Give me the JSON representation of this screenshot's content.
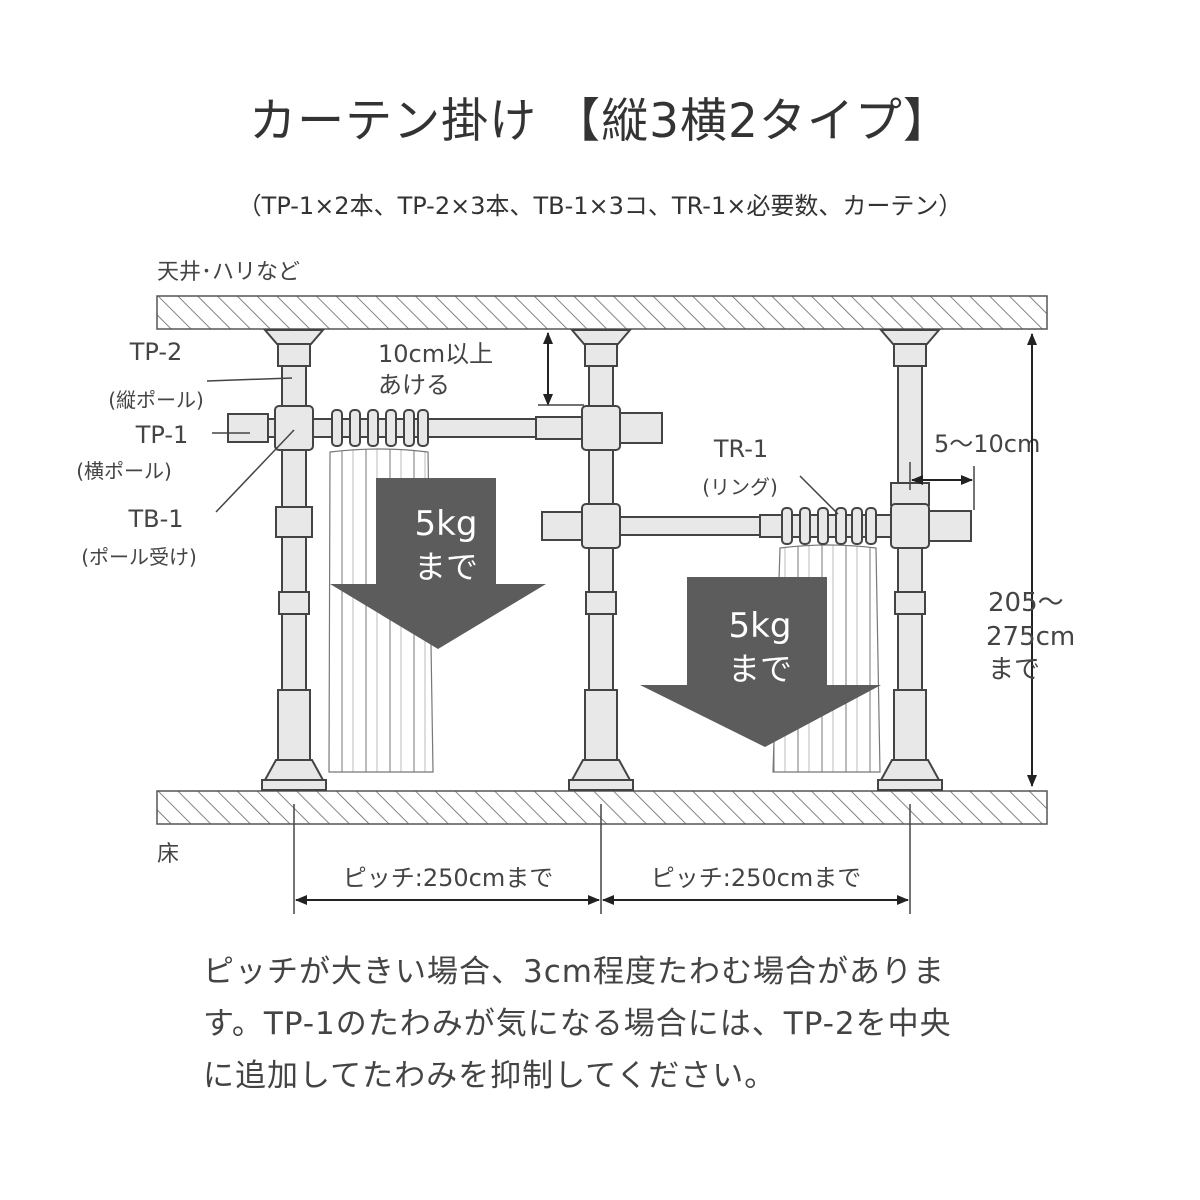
{
  "title": "カーテン掛け 【縦3横2タイプ】",
  "subtitle": "（TP-1×2本、TP-2×3本、TB-1×3コ、TR-1×必要数、カーテン）",
  "labels": {
    "ceiling": "天井･ハリなど",
    "floor": "床",
    "tp2": "TP-2",
    "tp2_sub": "(縦ポール)",
    "tp1": "TP-1",
    "tp1_sub": "(横ポール)",
    "tb1": "TB-1",
    "tb1_sub": "(ポール受け)",
    "tr1": "TR-1",
    "tr1_sub": "(リング)",
    "gap_top_line1": "10cm以上",
    "gap_top_line2": "あける",
    "offset": "5～10cm",
    "height_line1": "205～",
    "height_line2": "275cm",
    "height_line3": "まで",
    "load_line1": "5kg",
    "load_line2": "まで",
    "pitch_left": "ピッチ:250cmまで",
    "pitch_right": "ピッチ:250cmまで"
  },
  "note": {
    "line1": "ピッチが大きい場合、3cm程度たわむ場合がありま",
    "line2": "す。TP-1のたわみが気になる場合には、TP-2を中央",
    "line3": "に追加してたわみを抑制してください。"
  },
  "colors": {
    "pole_fill": "#e8e8e8",
    "pole_stroke": "#444444",
    "arrow": "#5c5c5c",
    "hatch": "#555555"
  }
}
